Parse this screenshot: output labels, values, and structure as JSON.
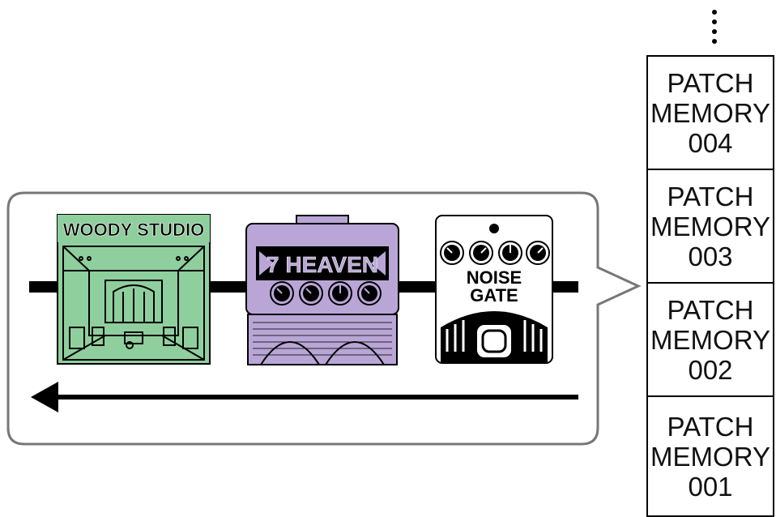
{
  "patch_memories": [
    {
      "line1": "PATCH",
      "line2": "MEMORY",
      "number": "004"
    },
    {
      "line1": "PATCH",
      "line2": "MEMORY",
      "number": "003"
    },
    {
      "line1": "PATCH",
      "line2": "MEMORY",
      "number": "002"
    },
    {
      "line1": "PATCH",
      "line2": "MEMORY",
      "number": "001"
    }
  ],
  "effects": [
    {
      "label": "WOODY STUDIO",
      "color": "#8fcf9d"
    },
    {
      "label": "7 HEAVEN",
      "color": "#b9a6d6"
    },
    {
      "label": "NOISE",
      "label2": "GATE",
      "color": "#ffffff"
    }
  ],
  "colors": {
    "woody_bg": "#8fcf9d",
    "heaven_bg": "#b9a6d6",
    "callout_border": "#777777"
  }
}
